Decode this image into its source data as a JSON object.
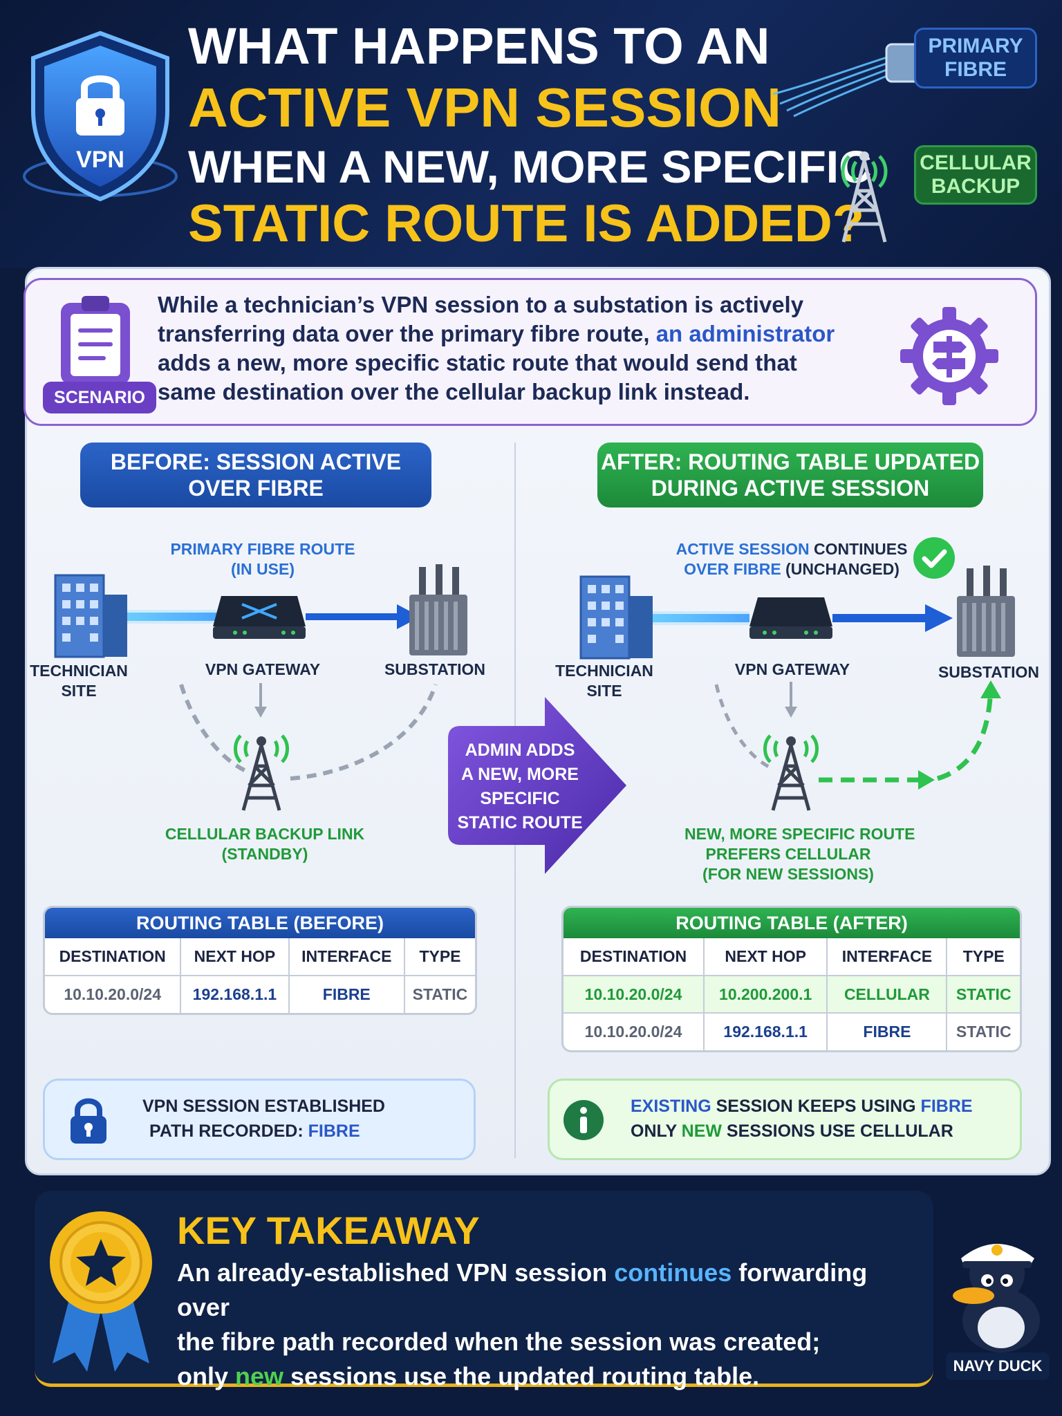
{
  "header": {
    "title_line1": "WHAT HAPPENS TO AN",
    "title_line2": "ACTIVE VPN SESSION",
    "title_line3": "WHEN A NEW, MORE SPECIFIC",
    "title_line4": "STATIC ROUTE IS ADDED?",
    "shield_label": "VPN",
    "tag_primary": [
      "PRIMARY",
      "FIBRE"
    ],
    "tag_cellular": [
      "CELLULAR",
      "BACKUP"
    ]
  },
  "scenario": {
    "badge": "SCENARIO",
    "text_part1": "While a technician’s VPN session to a substation is actively transferring data over the primary fibre route, ",
    "text_highlight": "an administrator",
    "text_part2": " adds a new, more specific static route that would send that same destination over the cellular backup link instead."
  },
  "before": {
    "title": [
      "BEFORE: SESSION ACTIVE",
      "OVER FIBRE"
    ],
    "route_label": [
      "PRIMARY FIBRE ROUTE",
      "(IN USE)"
    ],
    "tech_site": [
      "TECHNICIAN",
      "SITE"
    ],
    "gateway": "VPN GATEWAY",
    "substation": "SUBSTATION",
    "cell_label": [
      "CELLULAR BACKUP LINK",
      "(STANDBY)"
    ],
    "table_title": "ROUTING TABLE (BEFORE)",
    "columns": [
      "DESTINATION",
      "NEXT HOP",
      "INTERFACE",
      "TYPE"
    ],
    "rows": [
      [
        "10.10.20.0/24",
        "192.168.1.1",
        "FIBRE",
        "STATIC"
      ]
    ],
    "note_line1": "VPN SESSION ESTABLISHED",
    "note_line2_prefix": "PATH RECORDED: ",
    "note_line2_value": "FIBRE"
  },
  "center_arrow": [
    "ADMIN ADDS",
    "A NEW, MORE",
    "SPECIFIC",
    "STATIC ROUTE"
  ],
  "after": {
    "title": [
      "AFTER: ROUTING TABLE UPDATED",
      "DURING ACTIVE SESSION"
    ],
    "route_label_a": "ACTIVE SESSION",
    "route_label_b": " CONTINUES",
    "route_label_c": "OVER FIBRE",
    "route_label_d": " (UNCHANGED)",
    "tech_site": [
      "TECHNICIAN",
      "SITE"
    ],
    "gateway": "VPN GATEWAY",
    "substation": "SUBSTATION",
    "cell_label": [
      "NEW, MORE SPECIFIC ROUTE",
      "PREFERS CELLULAR",
      "(FOR NEW SESSIONS)"
    ],
    "table_title": "ROUTING TABLE (AFTER)",
    "columns": [
      "DESTINATION",
      "NEXT HOP",
      "INTERFACE",
      "TYPE"
    ],
    "rows": [
      [
        "10.10.20.0/24",
        "10.200.200.1",
        "CELLULAR",
        "STATIC"
      ],
      [
        "10.10.20.0/24",
        "192.168.1.1",
        "FIBRE",
        "STATIC"
      ]
    ],
    "note_a": "EXISTING",
    "note_b": " SESSION KEEPS USING ",
    "note_c": "FIBRE",
    "note_d": "ONLY ",
    "note_e": "NEW",
    "note_f": " SESSIONS USE CELLULAR"
  },
  "takeaway": {
    "title": "KEY TAKEAWAY",
    "line1_a": "An already-established VPN session ",
    "line1_b": "continues",
    "line1_c": " forwarding over",
    "line2": "the fibre path recorded when the session was created;",
    "line3_a": "only ",
    "line3_b": "new",
    "line3_c": " sessions use the updated routing table."
  },
  "mascot": "NAVY DUCK"
}
